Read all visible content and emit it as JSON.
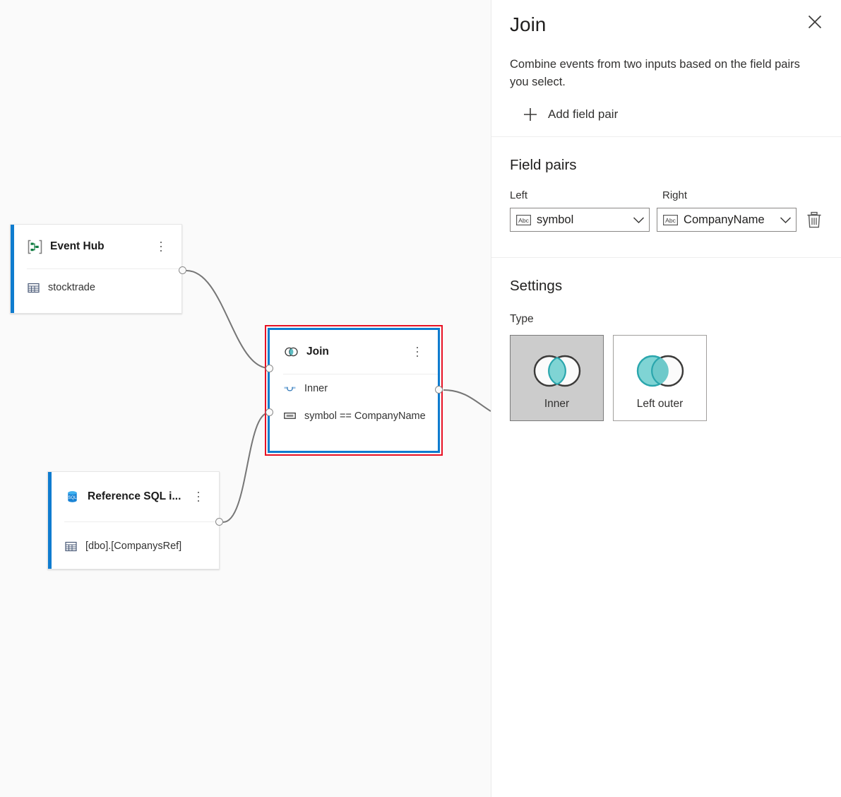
{
  "canvas": {
    "nodes": [
      {
        "id": "eventhub",
        "title": "Event Hub",
        "icon": "event-hub-icon",
        "row_icon": "table-icon",
        "row_label": "stocktrade",
        "menu_icon": "more-options-icon"
      },
      {
        "id": "sql",
        "title": "Reference SQL i...",
        "icon": "sql-database-icon",
        "row_icon": "table-icon",
        "row_label": "[dbo].[CompanysRef]",
        "menu_icon": "more-options-icon"
      },
      {
        "id": "join",
        "title": "Join",
        "icon": "join-venn-icon",
        "menu_icon": "more-options-icon",
        "rows": [
          {
            "icon": "join-type-icon",
            "label": "Inner"
          },
          {
            "icon": "condition-icon",
            "label": "symbol == CompanyName"
          }
        ]
      }
    ],
    "colors": {
      "node_accent": "#0f7ccf",
      "selection_border": "#e81123",
      "selected_node_border": "#0f7ccf",
      "edge": "#767676",
      "canvas_background": "#fafafa"
    }
  },
  "panel": {
    "title": "Join",
    "close_icon": "close-icon",
    "description": "Combine events from two inputs based on the field pairs you select.",
    "add_field_pair": {
      "icon": "plus-icon",
      "label": "Add field pair"
    },
    "field_pairs": {
      "section_title": "Field pairs",
      "left_label": "Left",
      "right_label": "Right",
      "rows": [
        {
          "left_value": "symbol",
          "left_type_icon": "abc-string-icon",
          "right_value": "CompanyName",
          "right_type_icon": "abc-string-icon",
          "chevron_icon": "chevron-down-icon",
          "delete_icon": "trash-icon"
        }
      ]
    },
    "settings": {
      "section_title": "Settings",
      "type_label": "Type",
      "selected_type": "Inner",
      "type_options": [
        {
          "label": "Inner",
          "icon": "venn-inner-icon",
          "selected": true
        },
        {
          "label": "Left outer",
          "icon": "venn-left-outer-icon",
          "selected": false
        }
      ]
    },
    "colors": {
      "accent_teal": "#2aa6ad",
      "venn_fill_teal": "#7fd4d4",
      "text_primary": "#201f1e",
      "text_secondary": "#323130",
      "selected_card_background": "#cccccc"
    }
  }
}
